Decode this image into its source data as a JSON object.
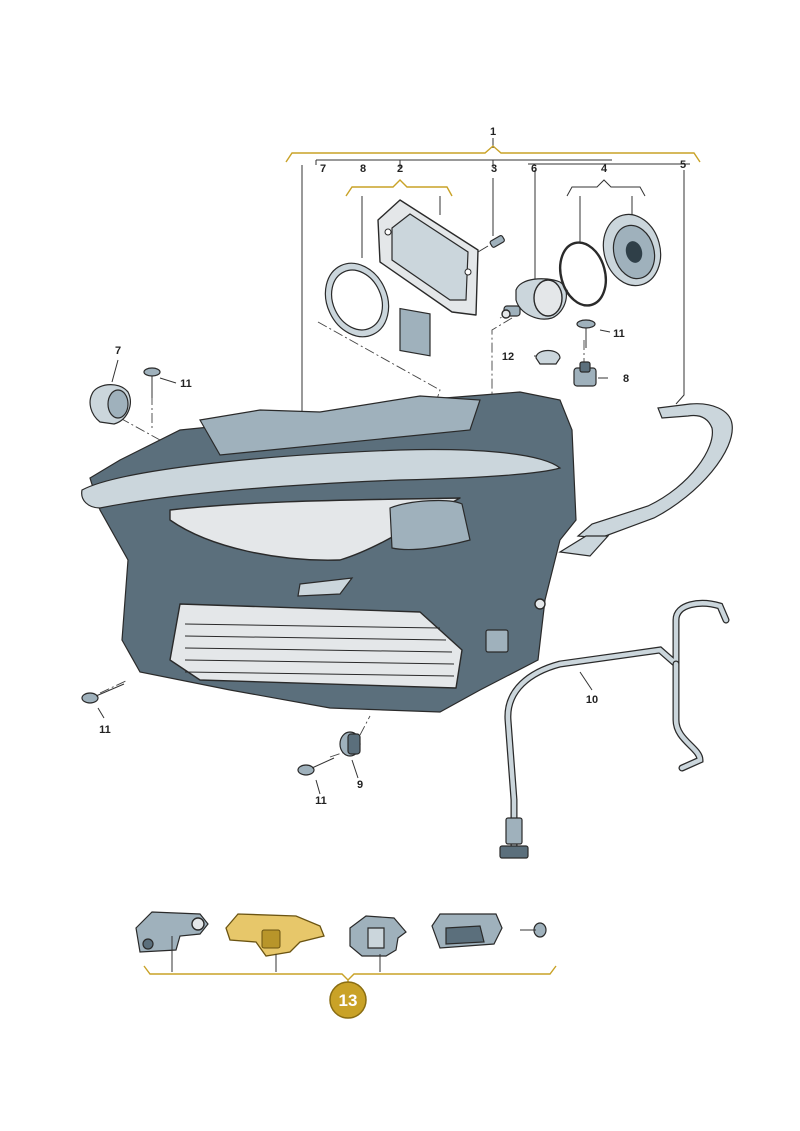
{
  "callouts": {
    "c1": "1",
    "c2": "2",
    "c3": "3",
    "c4": "4",
    "c5": "5",
    "c6": "6",
    "c7": "7",
    "c8": "8",
    "c7b": "7",
    "c8b": "8",
    "c9": "9",
    "c10": "10",
    "c11a": "11",
    "c11b": "11",
    "c11c": "11",
    "c11d": "11",
    "c12": "12"
  },
  "badge": {
    "label": "13",
    "fill": "#c9a227"
  },
  "colors": {
    "accent": "#c9a227",
    "housing": "#5b6f7c",
    "outline": "#2a2a2a"
  }
}
